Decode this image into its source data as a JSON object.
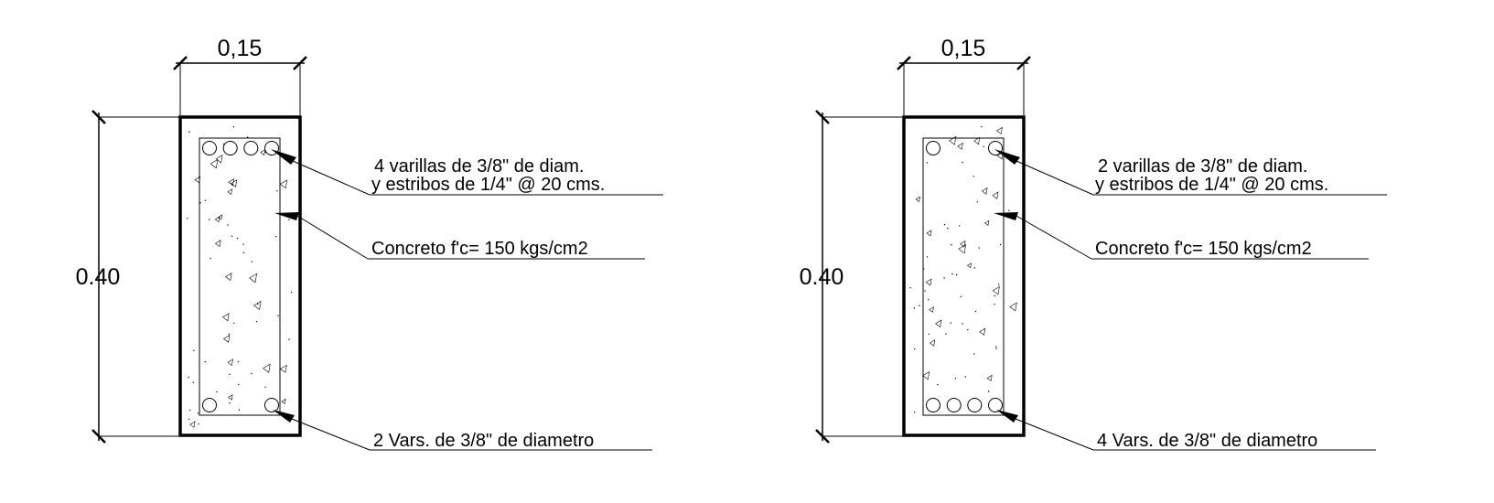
{
  "sections": [
    {
      "width_dim": "0,15",
      "height_dim": "0.40",
      "top_bars_label": "4 varillas de 3/8\" de diam.",
      "stirrups_label": "y estribos de 1/4\" @ 20 cms.",
      "concrete_label": "Concreto f'c= 150 kgs/cm2",
      "bottom_bars_label": "2 Vars. de 3/8\" de diametro",
      "top_bar_count": 4,
      "bottom_bar_count": 2
    },
    {
      "width_dim": "0,15",
      "height_dim": "0.40",
      "top_bars_label": "2 varillas de 3/8\" de diam.",
      "stirrups_label": "y estribos de 1/4\" @ 20 cms.",
      "concrete_label": "Concreto f'c= 150 kgs/cm2",
      "bottom_bars_label": "4 Vars. de 3/8\" de diametro",
      "top_bar_count": 2,
      "bottom_bar_count": 4
    }
  ],
  "colors": {
    "line": "#000000",
    "background": "#ffffff"
  }
}
